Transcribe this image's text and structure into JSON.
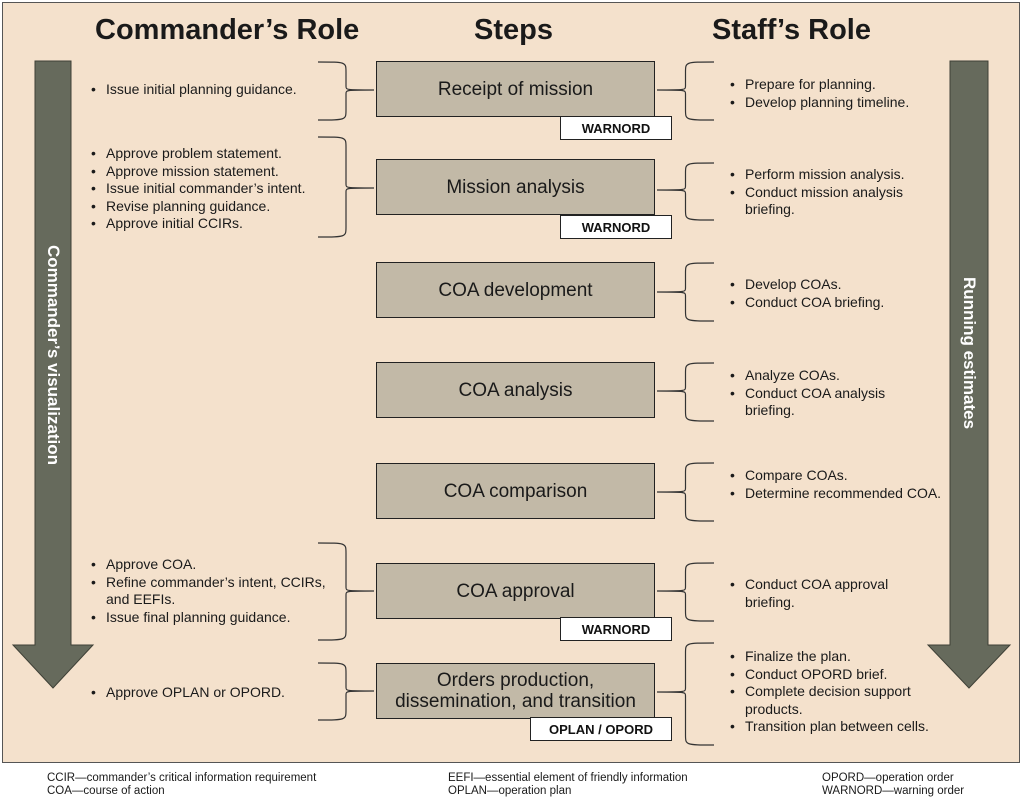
{
  "headers": {
    "commander": "Commander’s Role",
    "steps": "Steps",
    "staff": "Staff’s Role"
  },
  "side_arrows": {
    "left": "Commander’s visualization",
    "right": "Running estimates",
    "color": "#666a5c"
  },
  "steps": [
    {
      "label": "Receipt of mission",
      "output": "WARNORD",
      "commander": [
        "Issue initial planning guidance."
      ],
      "staff": [
        "Prepare for planning.",
        "Develop planning timeline."
      ]
    },
    {
      "label": "Mission analysis",
      "output": "WARNORD",
      "commander": [
        "Approve problem statement.",
        "Approve mission statement.",
        "Issue initial commander’s intent.",
        "Revise planning guidance.",
        "Approve initial CCIRs."
      ],
      "staff": [
        "Perform mission analysis.",
        "Conduct mission analysis briefing."
      ]
    },
    {
      "label": "COA development",
      "output": "",
      "commander": [],
      "staff": [
        "Develop COAs.",
        "Conduct COA briefing."
      ]
    },
    {
      "label": "COA analysis",
      "output": "",
      "commander": [],
      "staff": [
        "Analyze COAs.",
        "Conduct COA analysis briefing."
      ]
    },
    {
      "label": "COA comparison",
      "output": "",
      "commander": [],
      "staff": [
        "Compare COAs.",
        "Determine recommended COA."
      ]
    },
    {
      "label": "COA approval",
      "output": "WARNORD",
      "commander": [
        "Approve COA.",
        "Refine commander’s intent, CCIRs, and EEFIs.",
        "Issue final planning guidance."
      ],
      "staff": [
        "Conduct COA approval briefing."
      ]
    },
    {
      "label": "Orders production, dissemination, and transition",
      "output": "OPLAN / OPORD",
      "commander": [
        "Approve OPLAN or OPORD."
      ],
      "staff": [
        "Finalize the plan.",
        "Conduct OPORD brief.",
        "Complete decision support products.",
        "Transition plan between cells."
      ]
    }
  ],
  "glossary": {
    "col1": [
      "CCIR—commander’s critical information requirement",
      "COA—course of action"
    ],
    "col2": [
      "EEFI—essential element of friendly information",
      "OPLAN—operation plan"
    ],
    "col3": [
      "OPORD—operation order",
      "WARNORD—warning order"
    ]
  },
  "colors": {
    "panel": "#f4e1cc",
    "step_box": "#c2b9a7",
    "arrow": "#666a5c"
  }
}
